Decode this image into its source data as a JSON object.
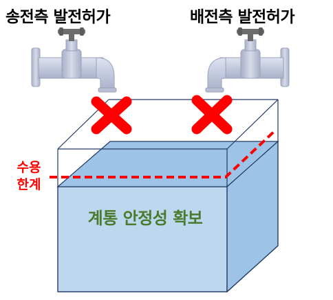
{
  "labels": {
    "left_tap": "송전측 발전허가",
    "right_tap": "배전측 발전허가",
    "capacity_line1": "수용",
    "capacity_line2": "한계",
    "tank_text": "계통 안정성 확보"
  },
  "colors": {
    "water_front": "#bdd7ee",
    "water_top": "#9dc3e6",
    "water_side": "#9dc3e6",
    "outline": "#203864",
    "cross": "#ff0000",
    "capacity_line": "#ff0000",
    "tank_text": "#4a7a2c",
    "faucet": "#c5cadf"
  },
  "icons": [
    "faucet-icon",
    "faucet-icon",
    "cross-icon",
    "cross-icon"
  ]
}
